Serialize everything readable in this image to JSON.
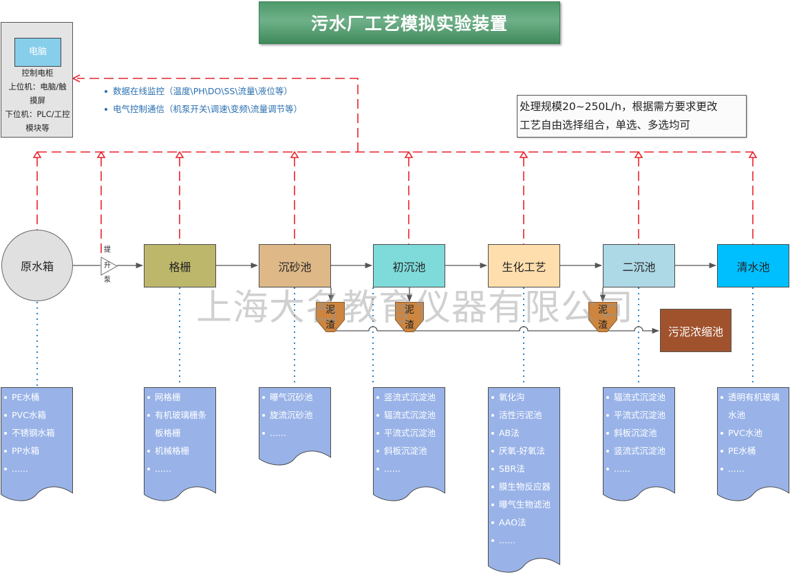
{
  "title": "污水厂工艺模拟实验装置",
  "cabinet": {
    "pc_label": "电脑",
    "lines": [
      "控制电柜",
      "上位机：电脑/触",
      "摸屏",
      "下位机：PLC/工控",
      "模块等"
    ]
  },
  "notes": [
    "数据在线监控（温度\\PH\\DO\\SS\\流量\\液位等）",
    "电气控制通信（机泵开关\\调速\\变频\\流量调节等）"
  ],
  "spec": {
    "line1": "处理规模20~250L/h，根据需方要求更改",
    "line2": "工艺自由选择组合，单选、多选均可"
  },
  "pump": {
    "chars": [
      "提",
      "升",
      "泵"
    ]
  },
  "stages": [
    {
      "id": "raw",
      "label": "原水箱",
      "color": "#e0e0e0",
      "options": [
        {
          "text": "PE水桶"
        },
        {
          "text": "PVC水箱"
        },
        {
          "text": "不锈钢水箱"
        },
        {
          "text": "PP水箱"
        },
        {
          "text": "......"
        }
      ]
    },
    {
      "id": "screen",
      "label": "格栅",
      "color": "#bdb76b",
      "options": [
        {
          "text": "网格栅"
        },
        {
          "text": "有机玻璃栅条"
        },
        {
          "text": "板格栅",
          "cont": true
        },
        {
          "text": "机械格栅"
        },
        {
          "text": "......"
        }
      ]
    },
    {
      "id": "grit",
      "label": "沉砂池",
      "color": "#deb887",
      "options": [
        {
          "text": "曝气沉砂池"
        },
        {
          "text": "旋流沉砂池"
        },
        {
          "text": "......"
        }
      ]
    },
    {
      "id": "primary",
      "label": "初沉池",
      "color": "#7fdbda",
      "options": [
        {
          "text": "竖流式沉淀池"
        },
        {
          "text": "辐流式沉淀池"
        },
        {
          "text": "平流式沉淀池"
        },
        {
          "text": "斜板沉淀池"
        },
        {
          "text": "......"
        }
      ]
    },
    {
      "id": "bio",
      "label": "生化工艺",
      "color": "#ffdead",
      "options": [
        {
          "text": "氧化沟"
        },
        {
          "text": "活性污泥池"
        },
        {
          "text": "AB法"
        },
        {
          "text": "厌氧-好氧法"
        },
        {
          "text": "SBR法"
        },
        {
          "text": "膜生物反应器"
        },
        {
          "text": "曝气生物滤池"
        },
        {
          "text": "AAO法"
        },
        {
          "text": "......"
        }
      ]
    },
    {
      "id": "secondary",
      "label": "二沉池",
      "color": "#add8e6",
      "options": [
        {
          "text": "辐流式沉淀池"
        },
        {
          "text": "平流式沉淀池"
        },
        {
          "text": "斜板沉淀池"
        },
        {
          "text": "竖流式沉淀池"
        },
        {
          "text": "......"
        }
      ]
    },
    {
      "id": "clear",
      "label": "清水池",
      "color": "#00bfff",
      "options": [
        {
          "text": "透明有机玻璃"
        },
        {
          "text": "水池",
          "cont": true
        },
        {
          "text": "PVC水池"
        },
        {
          "text": "PE水桶"
        },
        {
          "text": "......"
        }
      ]
    }
  ],
  "sludge_hopper": {
    "chars": [
      "泥",
      "渣"
    ],
    "color": "#cd853f"
  },
  "sludge_thickener": {
    "label": "污泥浓缩池",
    "color": "#a0522d"
  },
  "watermark": "上海大名教育仪器有限公司",
  "colors": {
    "control_line": "#e8202a",
    "option_fill": "#99b3e8",
    "monitor_line": "#2a7fc0"
  }
}
